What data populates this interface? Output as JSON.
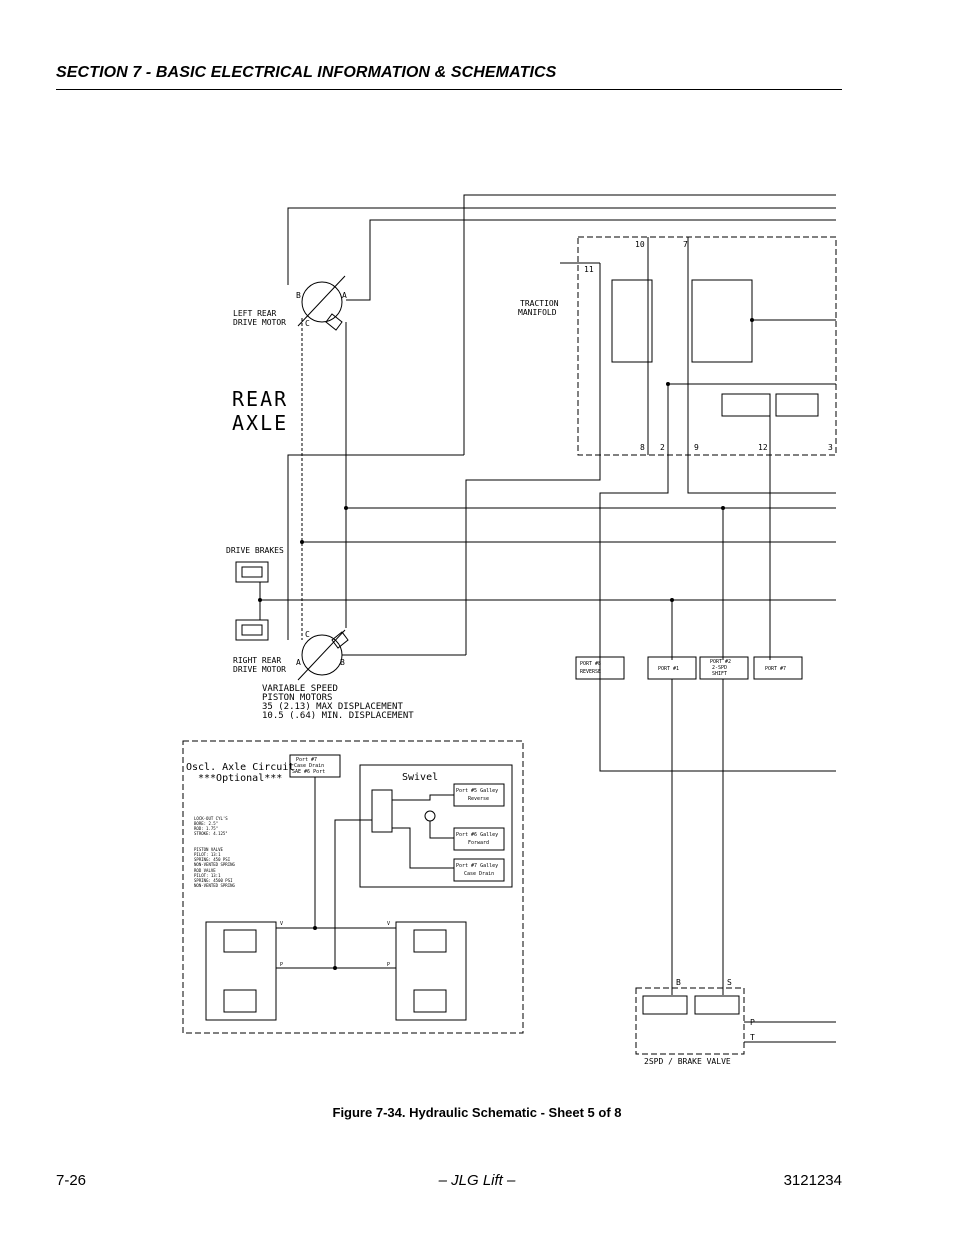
{
  "header": {
    "section_title": "SECTION 7 - BASIC ELECTRICAL INFORMATION & SCHEMATICS"
  },
  "schematic": {
    "left_motor_label": [
      "LEFT REAR",
      "DRIVE MOTOR"
    ],
    "right_motor_label": [
      "RIGHT REAR",
      "DRIVE MOTOR"
    ],
    "rear_axle": [
      "REAR",
      "AXLE"
    ],
    "drive_brakes": "DRIVE BRAKES",
    "piston_motors": [
      "VARIABLE SPEED",
      "PISTON MOTORS",
      "35 (2.13)  MAX DISPLACEMENT",
      "10.5 (.64) MIN. DISPLACEMENT"
    ],
    "traction_manifold": [
      "TRACTION",
      "MANIFOLD"
    ],
    "port_b": "B",
    "port_a": "A",
    "port_c": "C",
    "top_ports": [
      "10",
      "7"
    ],
    "port_11": "11",
    "bottom_ports": [
      "8",
      "2",
      "9",
      "12",
      "3"
    ],
    "port_boxes": [
      [
        "PORT #8",
        "REVERSE"
      ],
      [
        "PORT #1"
      ],
      [
        "PORT #2",
        "2-SPD",
        "SHIFT"
      ],
      [
        "PORT #7"
      ]
    ],
    "valve_label": "2SPD / BRAKE VALVE",
    "valve_b": "B",
    "valve_s": "S",
    "valve_p": "P",
    "valve_t": "T",
    "oscl_title": [
      "Oscl. Axle Circuit",
      "***Optional***"
    ],
    "case_drain_box": [
      "Port #7",
      "Case Drain",
      "SAE #6 Port"
    ],
    "swivel": "Swivel",
    "galley_boxes": [
      [
        "Port #5 Galley",
        "Reverse"
      ],
      [
        "Port #6 Galley",
        "Forward"
      ],
      [
        "Port #7 Galley",
        "Case Drain"
      ]
    ],
    "cyl_notes": [
      "LOCK-OUT CYL'S",
      "BORE: 2.5\"",
      "ROD: 1.75\"",
      "STROKE: 4.125\"",
      "",
      "PISTON VALVE",
      "  PILOT: 13:1",
      "  SPRING: 450 PSI",
      "  NON-VENTED SPRING",
      "ROD VALVE",
      "  PILOT: 13:1",
      "  SPRING: 4500 PSI",
      "  NON-VENTED SPRING"
    ],
    "v_label": "V",
    "p_label": "P"
  },
  "caption": "Figure 7-34.  Hydraulic Schematic - Sheet 5 of 8",
  "footer": {
    "page": "7-26",
    "center": "– JLG Lift –",
    "doc_number": "3121234"
  }
}
